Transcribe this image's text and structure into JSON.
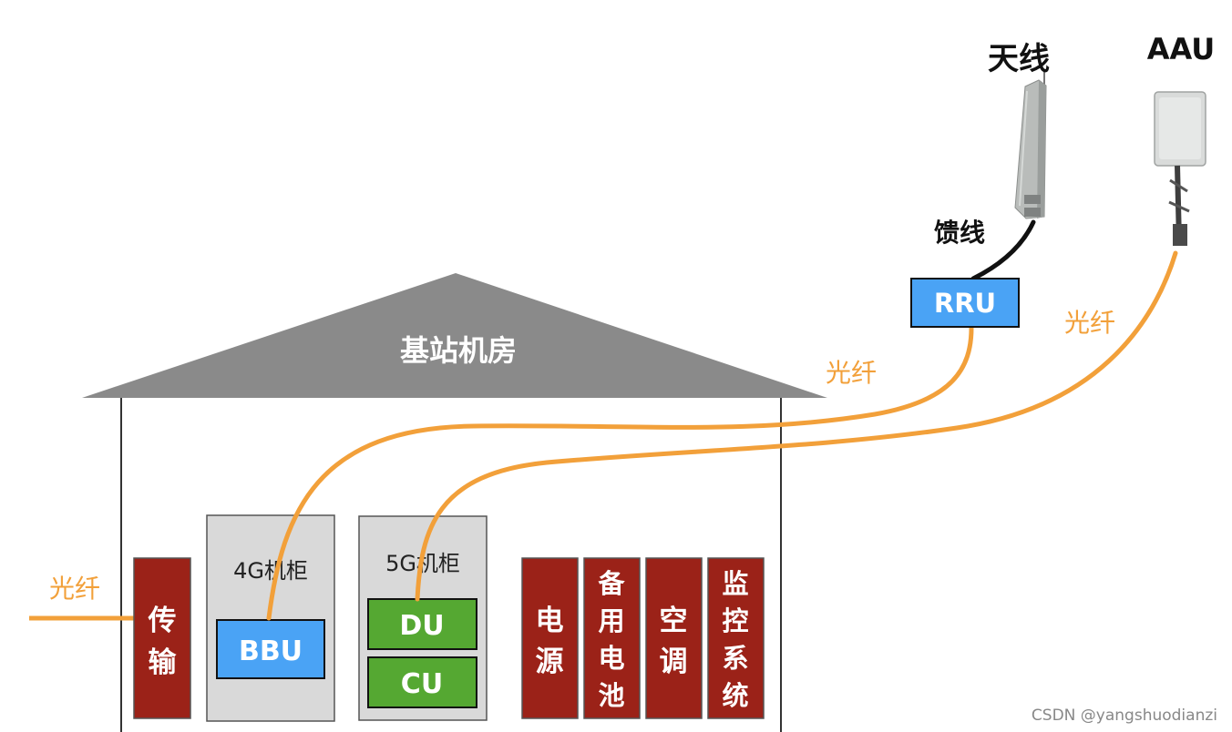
{
  "colors": {
    "fiber": "#f2a03a",
    "roof": "#8a8a8a",
    "equipment_red": "#9b2218",
    "bbu_blue": "#4aa3f5",
    "du_cu_green": "#55a832",
    "cabinet_gray": "#d9d9d9"
  },
  "roof_label": "基站机房",
  "antenna_label": "天线",
  "aau_label": "AAU",
  "feeder_label": "馈线",
  "fiber_labels": {
    "rru_link": "光纤",
    "aau_link": "光纤",
    "transmission_in": "光纤"
  },
  "rru_label": "RRU",
  "transmission": {
    "chars": [
      "传",
      "输"
    ]
  },
  "cabinet_4g": {
    "title": "4G机柜",
    "unit": "BBU"
  },
  "cabinet_5g": {
    "title": "5G机柜",
    "units": [
      "DU",
      "CU"
    ]
  },
  "support_equipment": [
    {
      "name": "power",
      "chars": [
        "电",
        "源"
      ]
    },
    {
      "name": "backup-battery",
      "chars": [
        "备",
        "用",
        "电",
        "池"
      ]
    },
    {
      "name": "air-conditioning",
      "chars": [
        "空",
        "调"
      ]
    },
    {
      "name": "monitoring-system",
      "chars": [
        "监",
        "控",
        "系",
        "统"
      ]
    }
  ],
  "watermark": "CSDN @yangshuodianzi"
}
